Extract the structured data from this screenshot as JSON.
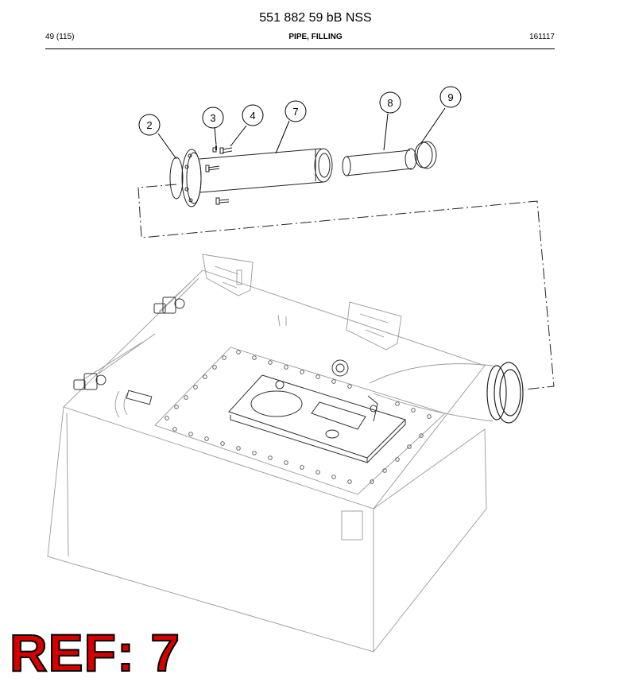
{
  "header": {
    "document_number": "551 882 59 bB NSS",
    "page": "49 (115)",
    "section_title": "PIPE, FILLING",
    "date_code": "161117"
  },
  "callouts": [
    "2",
    "3",
    "4",
    "7",
    "8",
    "9"
  ],
  "ref_label": "REF: 7"
}
